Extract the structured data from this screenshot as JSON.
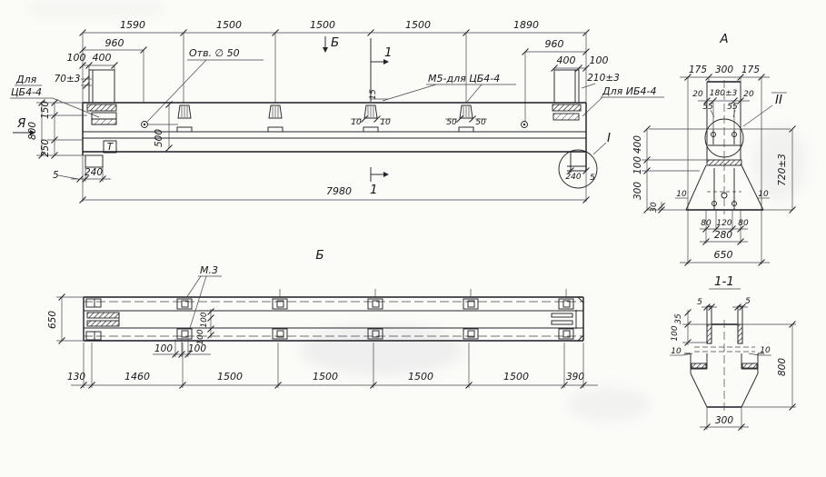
{
  "views": {
    "elevation": {
      "top_dims": [
        "1590",
        "1500",
        "1500",
        "1500",
        "1890"
      ],
      "left_960": "960",
      "right_960": "960",
      "left_100": "100",
      "left_400": "400",
      "right_400": "400",
      "right_100": "100",
      "tol70": "70±3",
      "tol210": "210±3",
      "hole_note": "Отв. ∅ 50",
      "m5_note": "М5-для ЦБ4-4",
      "note_left1": "Для",
      "note_left2": "ЦБ4-4",
      "note_right": "Для ИБ4-4",
      "v150": "150",
      "v800": "800",
      "v250": "250",
      "v500": "500",
      "step5": "5",
      "step240": "240",
      "d15": "15",
      "d10a": "10",
      "d10b": "10",
      "d50a": "50",
      "d50b": "50",
      "overall": "7980",
      "det240": "240",
      "det5": "5",
      "cut_b": "Б",
      "cut1_top": "1",
      "cut1_bottom": "1",
      "view_arrow": "Я",
      "t_mark": "Т",
      "detail1": "I"
    },
    "section_a": {
      "title": "А",
      "detail2": "II",
      "w175a": "175",
      "w300": "300",
      "w175b": "175",
      "d20a": "20",
      "d180": "180±3",
      "d20b": "20",
      "d55a": "55",
      "d55b": "55",
      "v400": "400",
      "v100": "100",
      "v300": "300",
      "v30": "30",
      "v720": "720±3",
      "s10a": "10",
      "s10b": "10",
      "b80a": "80",
      "b120": "120",
      "b80b": "80",
      "b280": "280",
      "b650": "650"
    },
    "section_11": {
      "title": "1-1",
      "p5a": "5",
      "p5b": "5",
      "v35": "35",
      "v100": "100",
      "s10a": "10",
      "s10b": "10",
      "v800": "800",
      "b300": "300"
    },
    "plan": {
      "title": "Б",
      "m3": "М.3",
      "v650": "650",
      "dims": [
        "130",
        "1460",
        "1500",
        "1500",
        "1500",
        "1500",
        "390"
      ],
      "h100a": "100",
      "h100b": "100",
      "v100a": "100",
      "v100b": "100"
    }
  }
}
